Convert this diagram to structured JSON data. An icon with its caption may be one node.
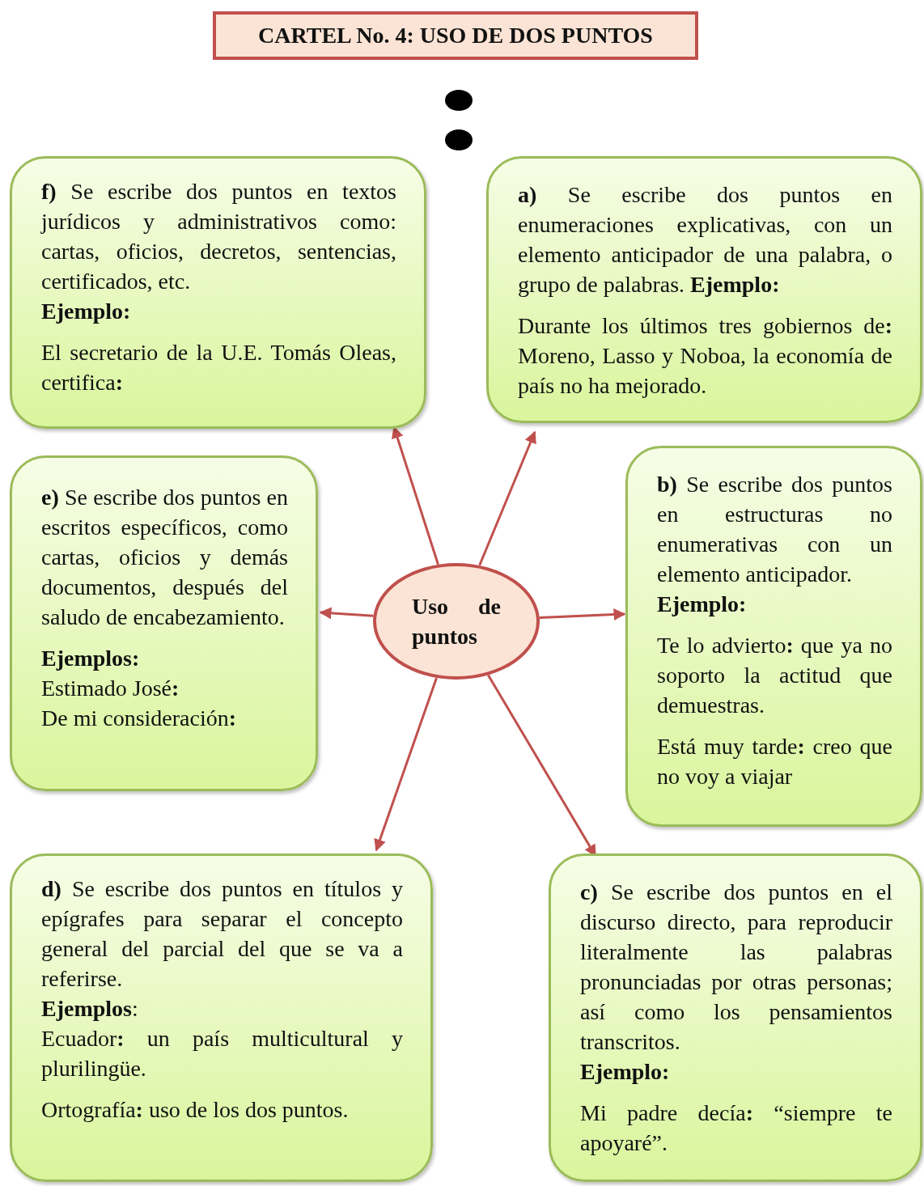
{
  "diagram": {
    "title": "CARTEL No. 4: USO DE DOS PUNTOS",
    "nodes": [
      {
        "text": [
          "**f)** Se escribe dos puntos en textos jurídicos y administrativos como: cartas, oficios, decretos, sentencias, certificados, etc.",
          "**Ejemplo:**",
          "El secretario de la U.E. Tomás Oleas, certifica**:**"
        ]
      },
      {
        "text": [
          "**a)** Se escribe dos puntos en enumeraciones explicativas, con un elemento anticipador de una palabra, o grupo de palabras. **Ejemplo:**",
          "Durante los últimos tres gobiernos de**:** Moreno, Lasso y Noboa, la economía de país no ha mejorado."
        ]
      },
      {
        "text": [
          "**e)** Se escribe dos puntos en escritos específicos, como cartas, oficios y demás documentos, después del saludo de encabezamiento.",
          "**Ejemplos:**",
          "Estimado José**:**",
          "De mi consideración**:**"
        ]
      },
      {
        "text": [
          "Uso de puntos"
        ]
      },
      {
        "text": [
          "**b)** Se escribe dos puntos en estructuras no enumerativas con un elemento anticipador.",
          "**Ejemplo:**",
          "Te lo advierto**:** que ya no soporto la actitud que demuestras.",
          "Está muy tarde**:** creo que no voy a viajar"
        ]
      },
      {
        "text": [
          "**d)** Se escribe dos puntos en títulos y epígrafes para separar el concepto general del parcial del que se va a referirse.",
          "**Ejemplos**:",
          "Ecuador**:** un país multicultural y plurilingüe.",
          "Ortografía**:** uso de los dos puntos."
        ]
      },
      {
        "text": [
          "**c)** Se escribe dos puntos en el discurso directo, para reproducir literalmente las palabras pronunciadas por otras personas; así como los pensamientos transcritos.",
          "**Ejemplo:**",
          "Mi padre decía**:** “siempre te apoyaré”."
        ]
      }
    ],
    "edges": [
      {
        "from": 3,
        "to": 0,
        "arrow": "to"
      },
      {
        "from": 3,
        "to": 1,
        "arrow": "to"
      },
      {
        "from": 3,
        "to": 2,
        "arrow": "to"
      },
      {
        "from": 3,
        "to": 4,
        "arrow": "to"
      },
      {
        "from": 3,
        "to": 5,
        "arrow": "to"
      },
      {
        "from": 3,
        "to": 6,
        "arrow": "to"
      }
    ]
  }
}
